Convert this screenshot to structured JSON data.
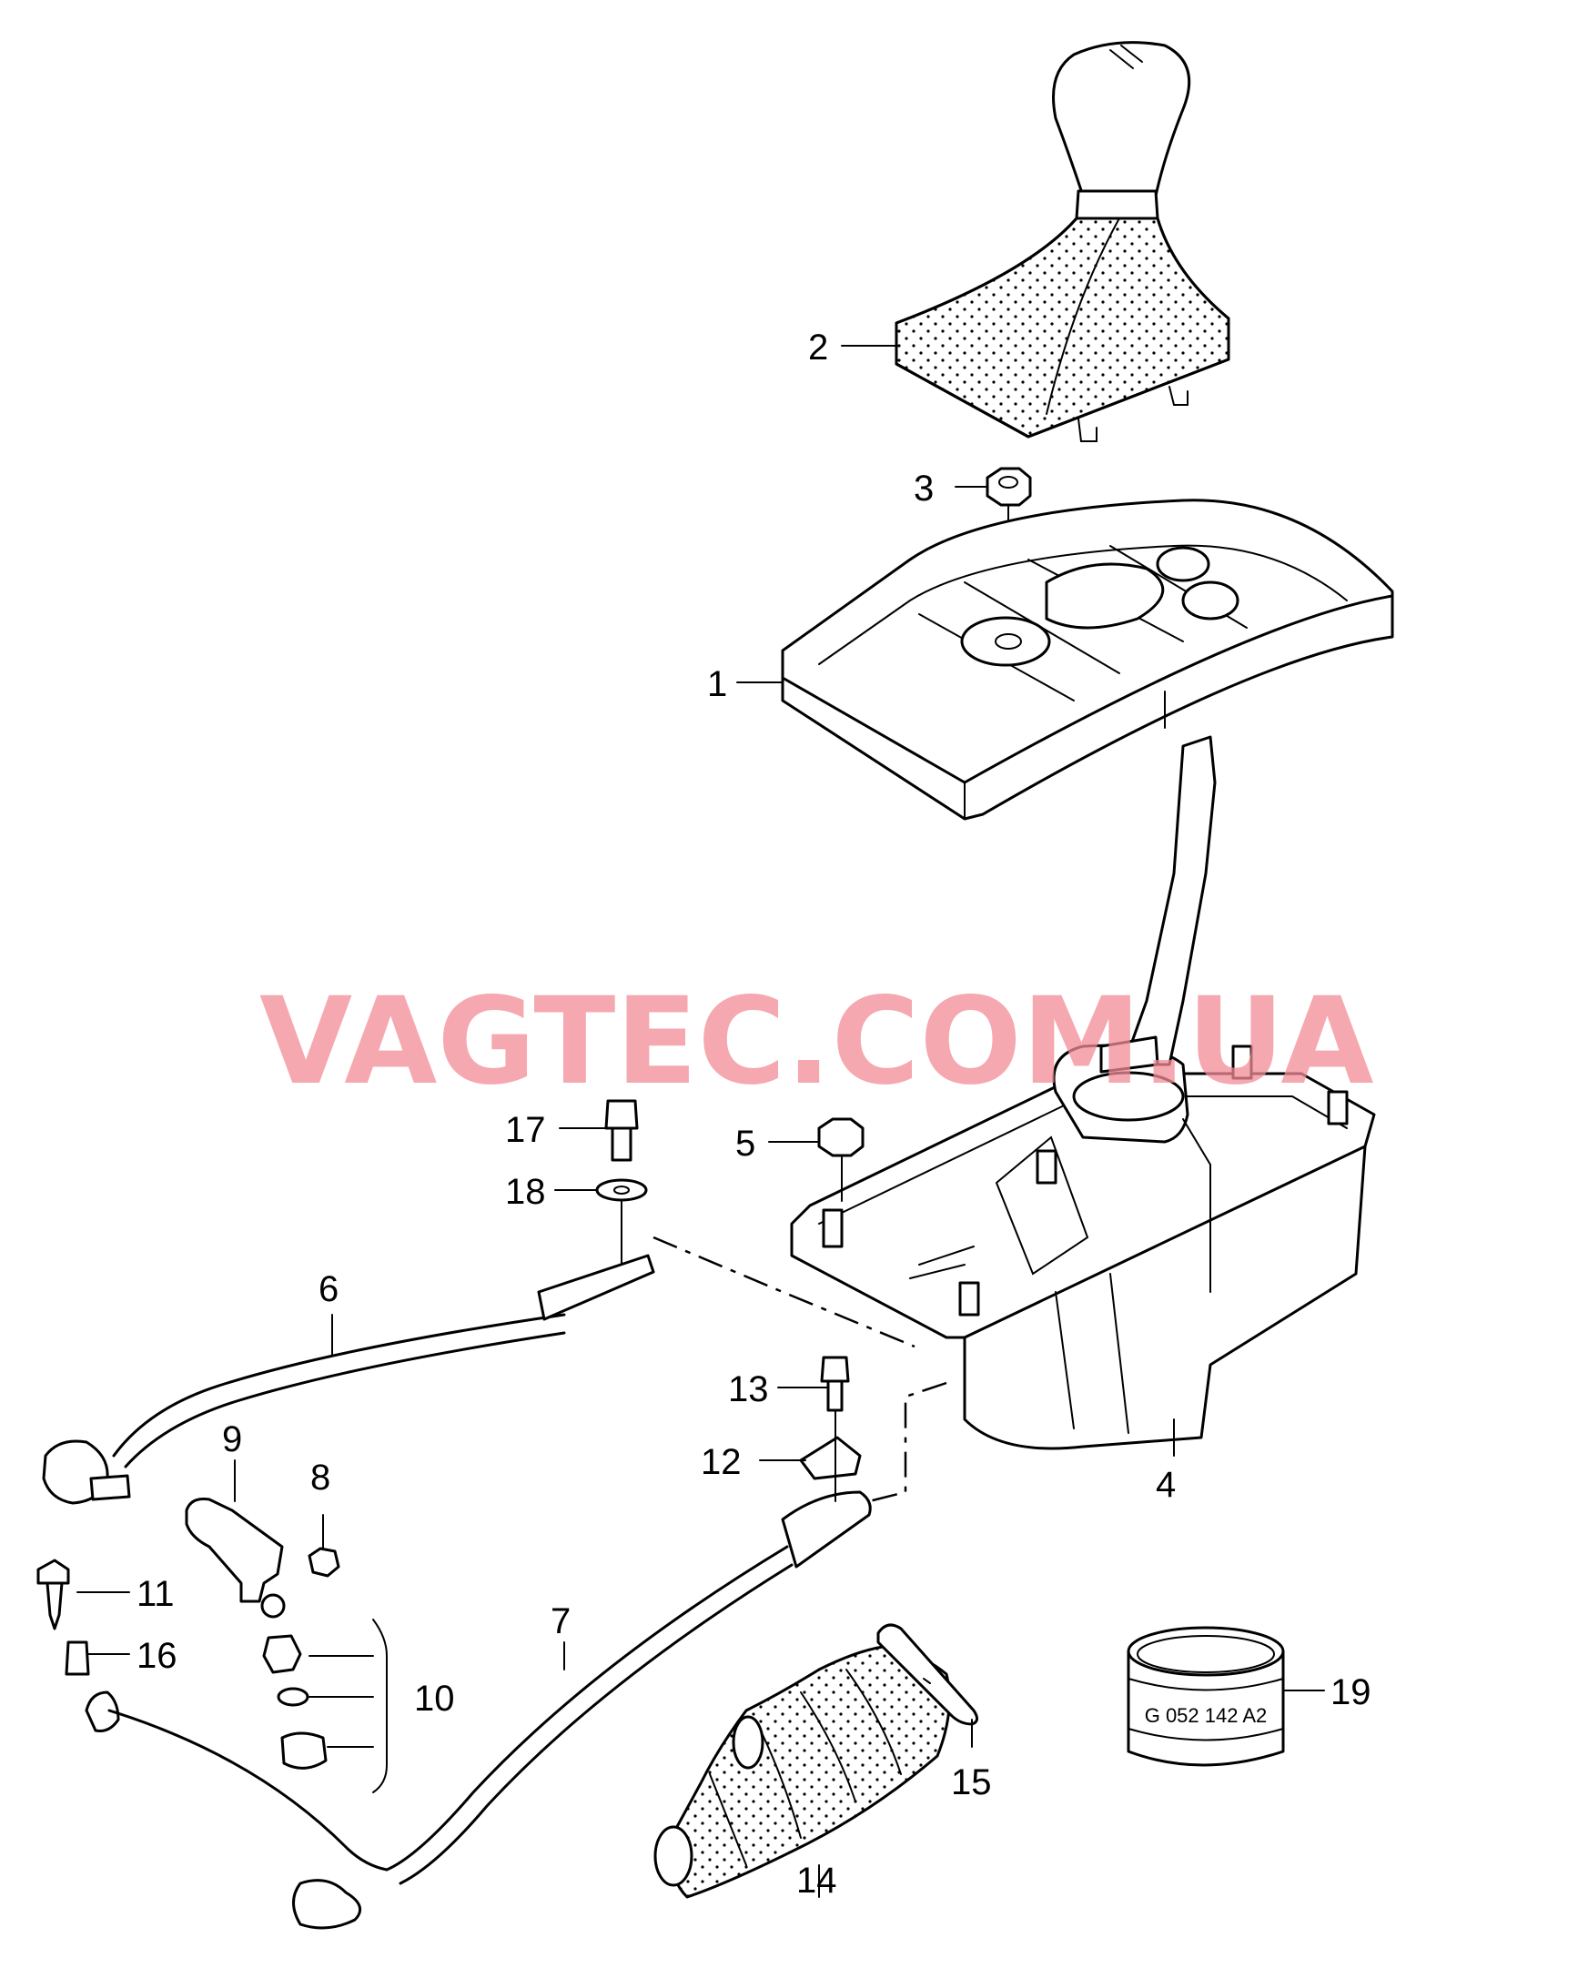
{
  "watermark": "VAGTEC.COM.UA",
  "part_code": "G 052 142 A2",
  "callouts": [
    "1",
    "2",
    "3",
    "4",
    "5",
    "6",
    "7",
    "8",
    "9",
    "10",
    "11",
    "12",
    "13",
    "14",
    "15",
    "16",
    "17",
    "18",
    "19"
  ]
}
